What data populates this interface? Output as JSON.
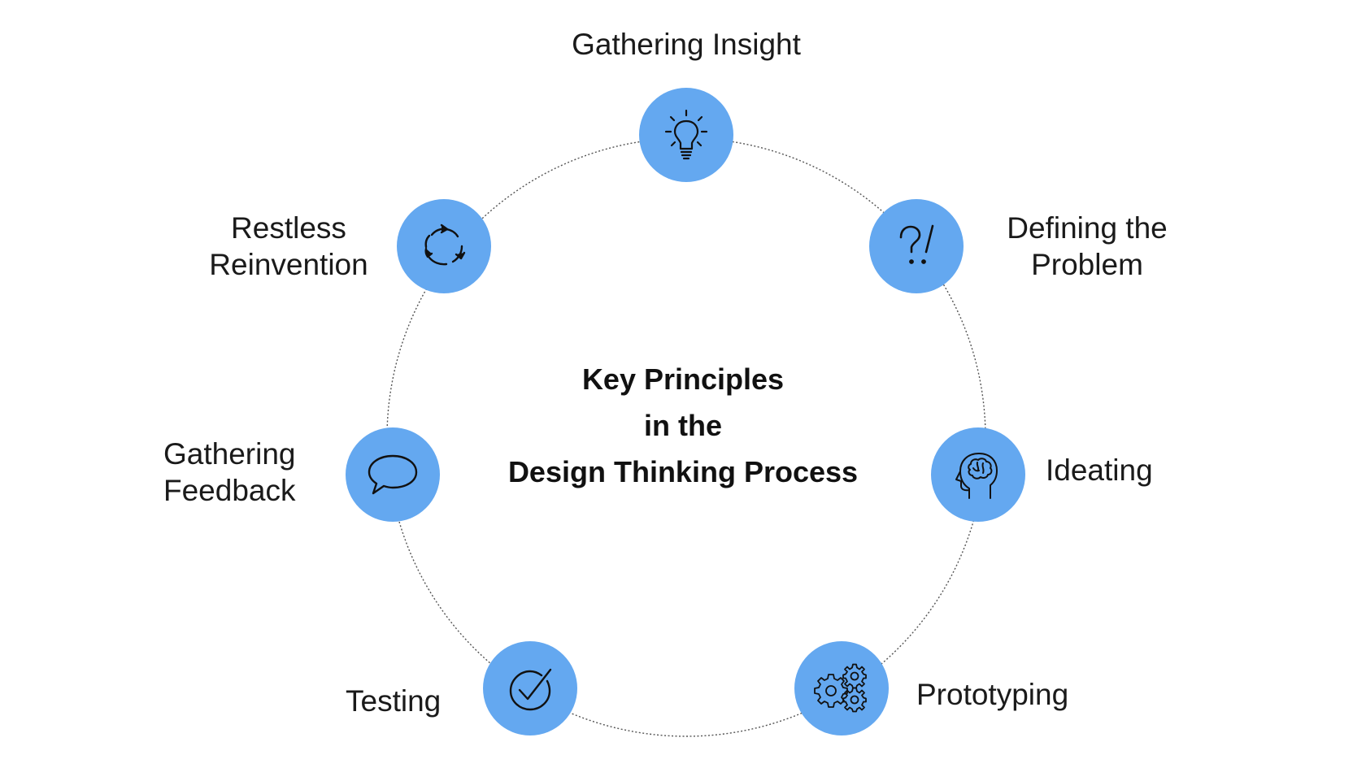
{
  "diagram": {
    "title_lines": [
      "Key Principles",
      "in the",
      "Design Thinking Process"
    ],
    "accent_color": "#64a8f0",
    "ring_color": "#555555",
    "steps": [
      {
        "label_lines": [
          "Gathering Insight"
        ],
        "icon": "lightbulb-icon"
      },
      {
        "label_lines": [
          "Defining the",
          "Problem"
        ],
        "icon": "question-exclamation-icon"
      },
      {
        "label_lines": [
          "Ideating"
        ],
        "icon": "brain-head-icon"
      },
      {
        "label_lines": [
          "Prototyping"
        ],
        "icon": "gears-icon"
      },
      {
        "label_lines": [
          "Testing"
        ],
        "icon": "checkmark-circle-icon"
      },
      {
        "label_lines": [
          "Gathering",
          "Feedback"
        ],
        "icon": "speech-bubble-icon"
      },
      {
        "label_lines": [
          "Restless",
          "Reinvention"
        ],
        "icon": "cycle-arrows-icon"
      }
    ]
  }
}
